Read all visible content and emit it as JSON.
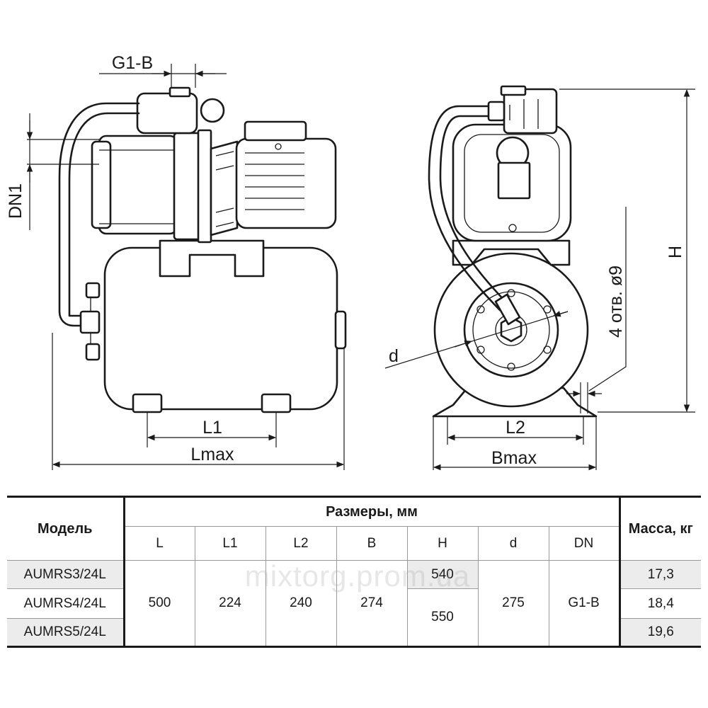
{
  "drawing": {
    "labels": {
      "g1b": "G1-B",
      "dn1": "DN1",
      "l1": "L1",
      "lmax": "Lmax",
      "l2": "L2",
      "bmax": "Bmax",
      "h": "H",
      "d": "d",
      "holes": "4 отв. ø9"
    }
  },
  "table": {
    "model_header": "Модель",
    "dims_header": "Размеры, мм",
    "mass_header": "Масса, кг",
    "columns": [
      "L",
      "L1",
      "L2",
      "B",
      "H",
      "d",
      "DN"
    ],
    "models": [
      "AUMRS3/24L",
      "AUMRS4/24L",
      "AUMRS5/24L"
    ],
    "shared": {
      "L": "500",
      "L1": "224",
      "L2": "240",
      "B": "274",
      "d": "275",
      "DN": "G1-B"
    },
    "H_values": [
      "540",
      "550"
    ],
    "masses": [
      "17,3",
      "18,4",
      "19,6"
    ]
  },
  "watermark": "mixtorg.prom.ua"
}
